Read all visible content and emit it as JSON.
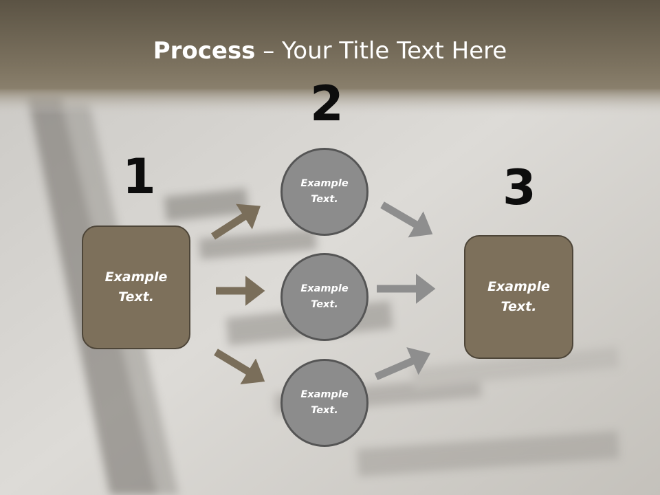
{
  "title": {
    "bold": "Process",
    "rest": " – Your Title Text Here"
  },
  "steps": {
    "one": "1",
    "two": "2",
    "three": "3"
  },
  "left_box": {
    "line1": "Example",
    "line2": "Text."
  },
  "right_box": {
    "line1": "Example",
    "line2": "Text."
  },
  "circles": [
    {
      "line1": "Example",
      "line2": "Text."
    },
    {
      "line1": "Example",
      "line2": "Text."
    },
    {
      "line1": "Example",
      "line2": "Text."
    }
  ],
  "colors": {
    "box_fill": "#7d705b",
    "circle_fill": "#8c8c8c",
    "arrow_left": "#7a6e5a",
    "arrow_right": "#8e8e8e",
    "title_band": "#6e6553"
  }
}
